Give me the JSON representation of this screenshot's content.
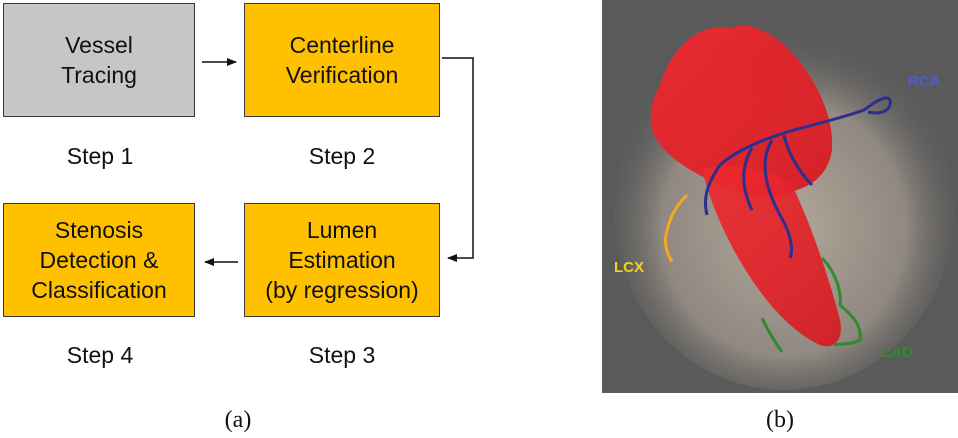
{
  "colors": {
    "step_done": "#c6c6c6",
    "step_active": "#ffc000",
    "panel_bg": "#5a5a5a",
    "heart_red": "#e8222a",
    "rca": "#4a5cd8",
    "lcx": "#f5d21f",
    "lad": "#2e8b2e"
  },
  "flowchart": {
    "boxes": [
      {
        "lines": [
          "Vessel",
          "Tracing"
        ],
        "step": "Step 1"
      },
      {
        "lines": [
          "Centerline",
          "Verification"
        ],
        "step": "Step 2"
      },
      {
        "lines": [
          "Lumen",
          "Estimation",
          "(by regression)"
        ],
        "step": "Step 3"
      },
      {
        "lines": [
          "Stenosis",
          "Detection &",
          "Classification"
        ],
        "step": "Step 4"
      }
    ],
    "caption": "(a)"
  },
  "heart": {
    "labels": {
      "rca": "RCA",
      "lcx": "LCX",
      "lad": "LAD"
    },
    "caption": "(b)"
  }
}
